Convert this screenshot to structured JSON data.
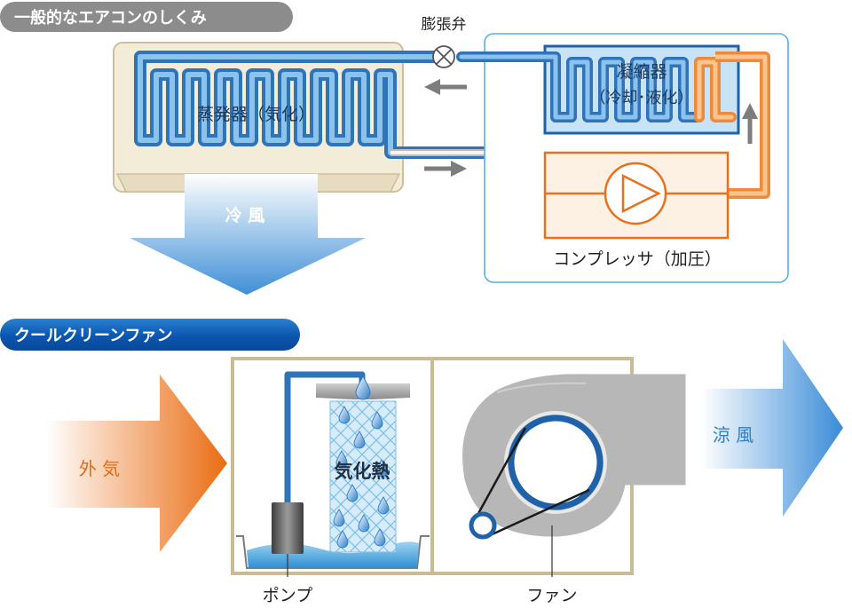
{
  "top_section": {
    "title": "一般的なエアコンのしくみ",
    "expansion_valve": "膨張弁",
    "evaporator": "蒸発器（気化）",
    "condenser_line1": "凝縮器",
    "condenser_line2": "（冷却･液化）",
    "compressor": "コンプレッサ（加圧）",
    "cold_air": "冷 風"
  },
  "bottom_section": {
    "title": "クールクリーンファン",
    "outside_air": "外 気",
    "heat_of_vaporization": "気化熱",
    "cool_breeze": "涼 風",
    "pump": "ポンプ",
    "fan": "ファン"
  },
  "colors": {
    "refrigerant_cold": "#3f86cc",
    "refrigerant_hot": "#ee8a3c",
    "panel_frame": "#c8bb96",
    "unit_border": "#55b3dd",
    "compressor_orange": "#e9711e",
    "title_pill_gray": "#8c8c8c",
    "title_pill_blue": "#0b56b0"
  }
}
